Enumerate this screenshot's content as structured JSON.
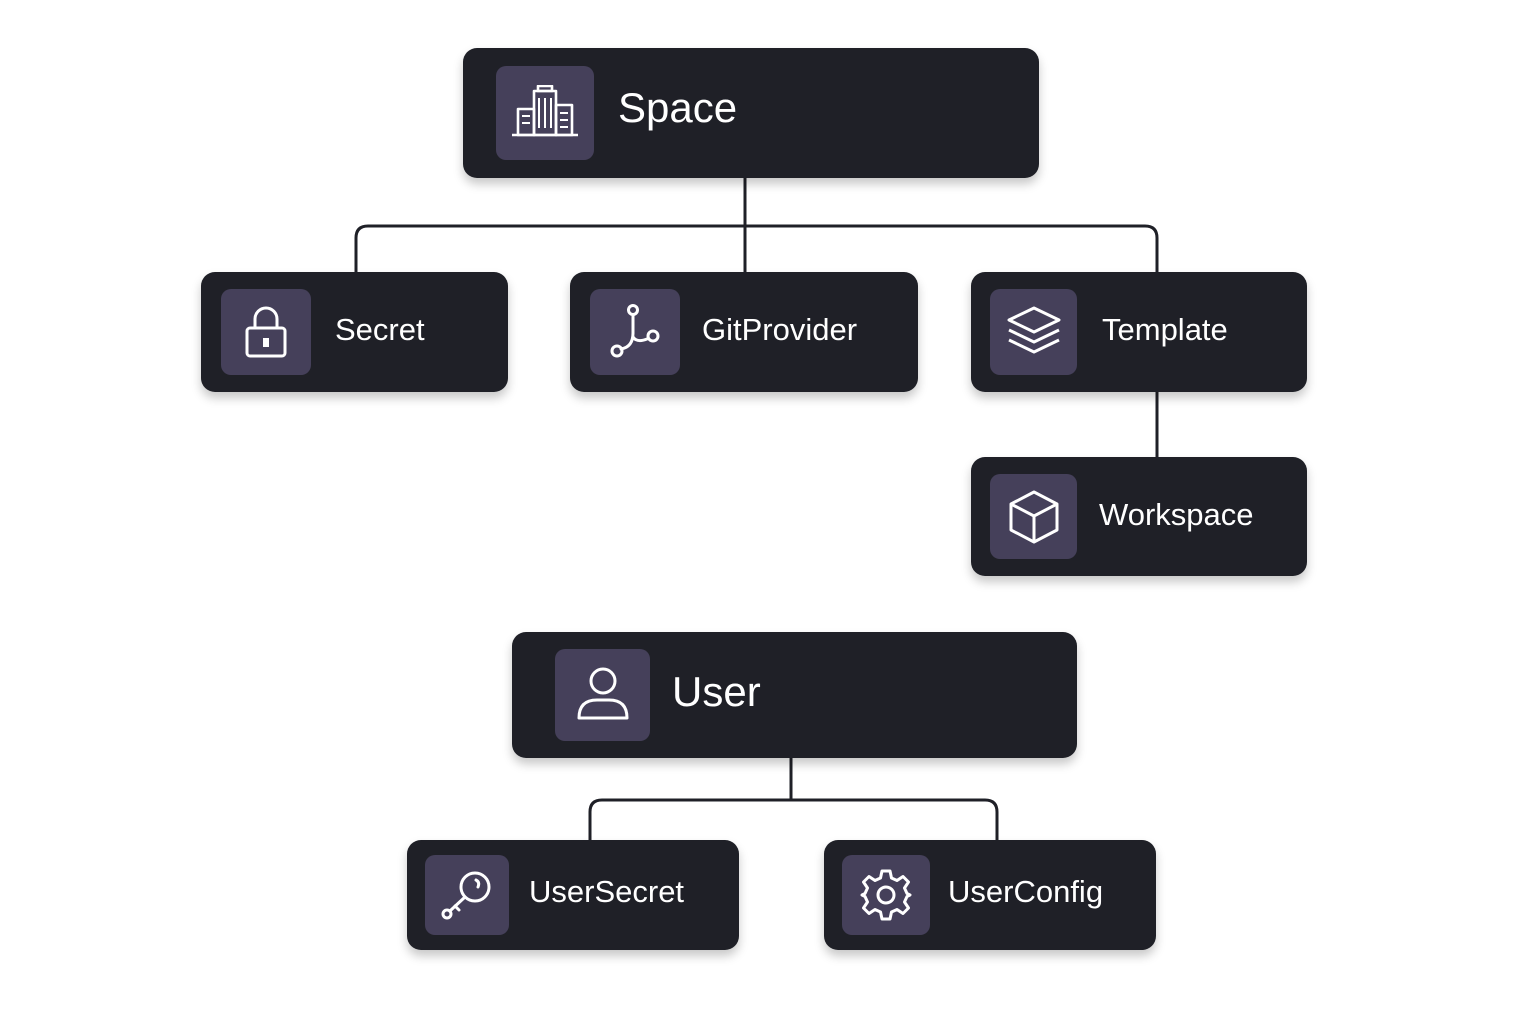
{
  "diagram": {
    "nodes": [
      {
        "id": "space",
        "label": "Space",
        "icon": "building-icon"
      },
      {
        "id": "secret",
        "label": "Secret",
        "icon": "lock-icon"
      },
      {
        "id": "gitprovider",
        "label": "GitProvider",
        "icon": "git-branch-icon"
      },
      {
        "id": "template",
        "label": "Template",
        "icon": "layers-icon"
      },
      {
        "id": "workspace",
        "label": "Workspace",
        "icon": "cube-icon"
      },
      {
        "id": "user",
        "label": "User",
        "icon": "user-icon"
      },
      {
        "id": "usersecret",
        "label": "UserSecret",
        "icon": "key-icon"
      },
      {
        "id": "userconfig",
        "label": "UserConfig",
        "icon": "gear-icon"
      }
    ],
    "edges": [
      {
        "from": "space",
        "to": "secret"
      },
      {
        "from": "space",
        "to": "gitprovider"
      },
      {
        "from": "space",
        "to": "template"
      },
      {
        "from": "template",
        "to": "workspace"
      },
      {
        "from": "user",
        "to": "usersecret"
      },
      {
        "from": "user",
        "to": "userconfig"
      }
    ],
    "colors": {
      "node_background": "#1f2027",
      "icon_background": "#45405a",
      "text": "#ffffff",
      "connector": "#1f2027",
      "page_background": "#ffffff"
    }
  }
}
